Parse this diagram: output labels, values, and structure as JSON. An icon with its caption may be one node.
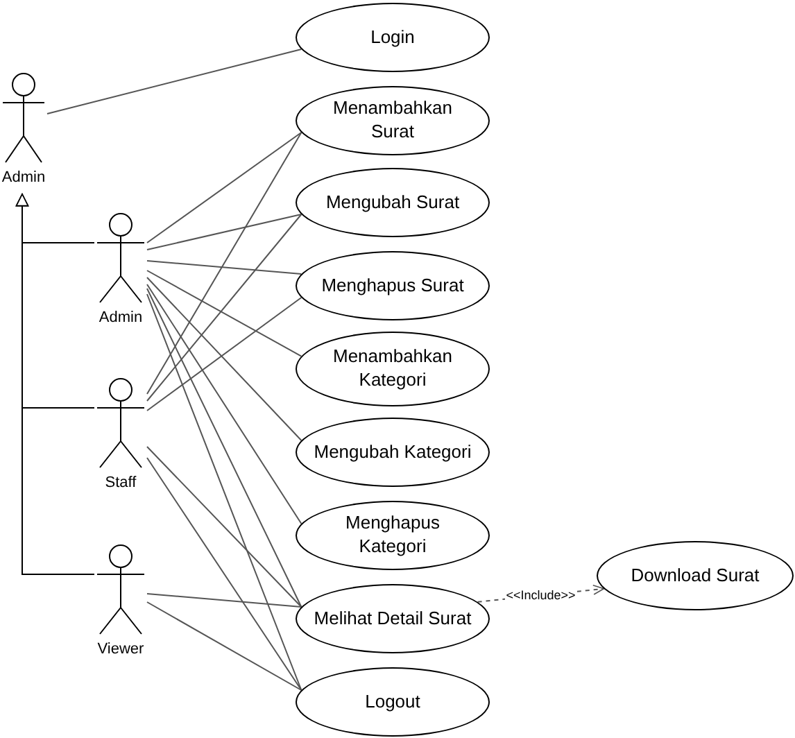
{
  "diagram": {
    "nodes": [
      {
        "text": [
          "Admin"
        ]
      },
      {
        "text": [
          "Admin"
        ]
      },
      {
        "text": [
          "Staff"
        ]
      },
      {
        "text": [
          "Viewer"
        ]
      },
      {
        "text": [
          "Login"
        ]
      },
      {
        "text": [
          "Menambahkan Surat"
        ]
      },
      {
        "text": [
          "Mengubah Surat"
        ]
      },
      {
        "text": [
          "Menghapus Surat"
        ]
      },
      {
        "text": [
          "Menambahkan Kategori"
        ]
      },
      {
        "text": [
          "Mengubah Kategori"
        ]
      },
      {
        "text": [
          "Menghapus Kategori"
        ]
      },
      {
        "text": [
          "Melihat Detail Surat"
        ]
      },
      {
        "text": [
          "Download Surat"
        ]
      },
      {
        "text": [
          "Logout"
        ]
      }
    ],
    "edges": [
      {
        "from": 0,
        "to": 4,
        "arrow": "none"
      },
      {
        "from": 1,
        "to": 0,
        "arrow": "to",
        "color": "#000000"
      },
      {
        "from": 2,
        "to": 0,
        "arrow": "to",
        "color": "#000000"
      },
      {
        "from": 3,
        "to": 0,
        "arrow": "to",
        "color": "#000000"
      },
      {
        "from": 1,
        "to": 5,
        "arrow": "none"
      },
      {
        "from": 1,
        "to": 6,
        "arrow": "none"
      },
      {
        "from": 1,
        "to": 7,
        "arrow": "none"
      },
      {
        "from": 1,
        "to": 8,
        "arrow": "none"
      },
      {
        "from": 1,
        "to": 9,
        "arrow": "none"
      },
      {
        "from": 1,
        "to": 10,
        "arrow": "none"
      },
      {
        "from": 1,
        "to": 11,
        "arrow": "none"
      },
      {
        "from": 1,
        "to": 13,
        "arrow": "none"
      },
      {
        "from": 2,
        "to": 5,
        "arrow": "none"
      },
      {
        "from": 2,
        "to": 6,
        "arrow": "none"
      },
      {
        "from": 2,
        "to": 7,
        "arrow": "none"
      },
      {
        "from": 2,
        "to": 11,
        "arrow": "none"
      },
      {
        "from": 2,
        "to": 13,
        "arrow": "none"
      },
      {
        "from": 3,
        "to": 11,
        "arrow": "none"
      },
      {
        "from": 3,
        "to": 13,
        "arrow": "none"
      },
      {
        "from": 11,
        "to": 12,
        "arrow": "to",
        "label": "<<Include>>",
        "style": "dashed"
      }
    ]
  }
}
